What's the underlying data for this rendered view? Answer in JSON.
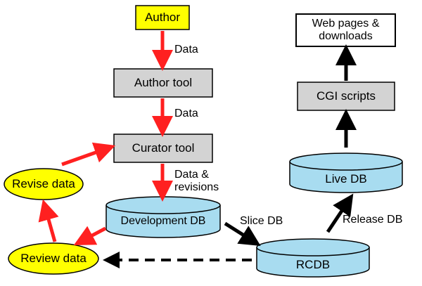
{
  "nodes": {
    "author": "Author",
    "author_tool": "Author tool",
    "curator_tool": "Curator tool",
    "revise_data": "Revise data",
    "review_data": "Review data",
    "development_db": "Development DB",
    "rcdb": "RCDB",
    "live_db": "Live DB",
    "cgi_scripts": "CGI scripts",
    "web_pages_line1": "Web pages &",
    "web_pages_line2": "downloads"
  },
  "edge_labels": {
    "data_1": "Data",
    "data_2": "Data",
    "data_revisions_line1": "Data &",
    "data_revisions_line2": "revisions",
    "slice_db": "Slice DB",
    "release_db": "Release DB"
  },
  "colors": {
    "author_fill": "#ffff00",
    "tool_fill": "#d3d3d3",
    "db_fill": "#a8dcf0",
    "review_fill": "#ffff00",
    "red_arrow": "#ff2020",
    "black_arrow": "#000000"
  }
}
